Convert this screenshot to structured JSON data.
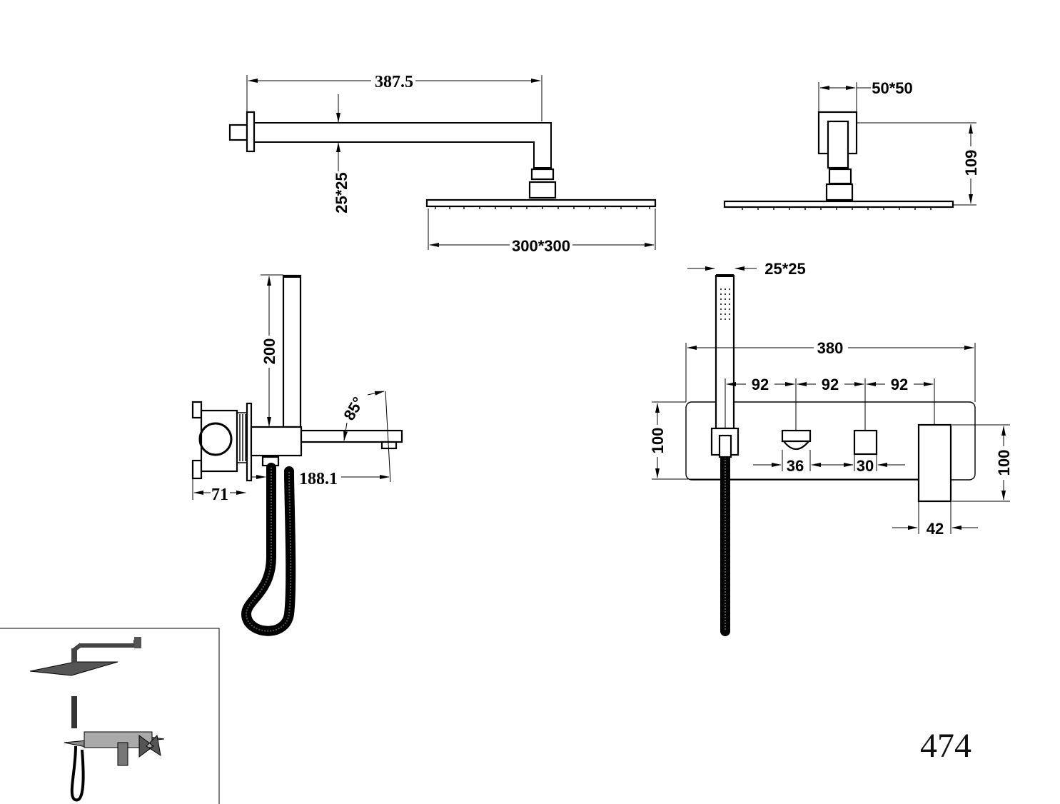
{
  "top_left_view": {
    "arm_length": "387.5",
    "arm_section": "25*25",
    "head_size": "300*300"
  },
  "top_right_view": {
    "arm_section": "50*50",
    "height": "109"
  },
  "side_view": {
    "handshower_length": "200",
    "spout_angle": "85°",
    "spout_projection": "188.1",
    "box_depth": "71"
  },
  "front_view": {
    "handshower_section": "25*25",
    "plate_width": "380",
    "spacing_1": "92",
    "spacing_2": "92",
    "spacing_3": "92",
    "plate_height": "100",
    "knob_1_width": "36",
    "knob_2_width": "30",
    "lever_height": "100",
    "lever_width": "42"
  },
  "model_number": "474"
}
